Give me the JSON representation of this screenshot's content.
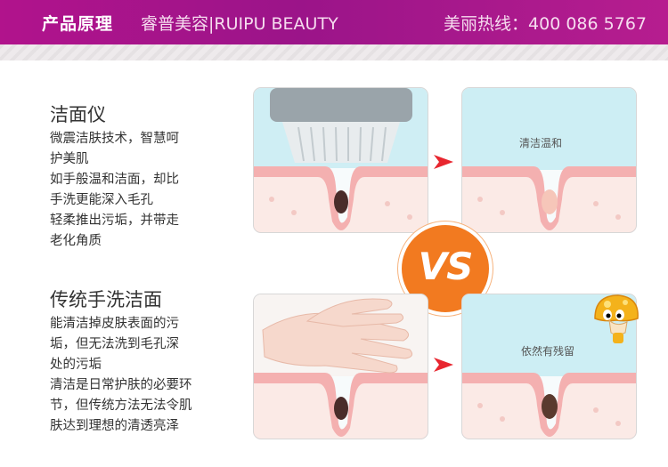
{
  "header": {
    "section_title": "产品原理",
    "brand": "睿普美容|RUIPU BEAUTY",
    "hotline": "美丽热线：400 086 5767"
  },
  "top": {
    "title": "洁面仪",
    "lines": [
      "微震洁肤技术，智慧呵",
      "护美肌",
      "如手般温和洁面，却比",
      "手洗更能深入毛孔",
      "轻柔推出污垢，并带走",
      "老化角质"
    ],
    "result_caption": "清洁温和"
  },
  "bottom": {
    "title": "传统手洗洁面",
    "lines": [
      "能清洁掉皮肤表面的污",
      "垢，但无法洗到毛孔深",
      "处的污垢",
      "清洁是日常护肤的必要环",
      "节，但传统方法无法令肌",
      "肤达到理想的清透亮泽"
    ],
    "result_caption": "依然有残留"
  },
  "vs_badge": "VS",
  "colors": {
    "header_purple": "#a3148a",
    "vs_orange": "#f27a20",
    "arrow_red": "#e8262f",
    "skin_pink": "#f4a9a9"
  }
}
